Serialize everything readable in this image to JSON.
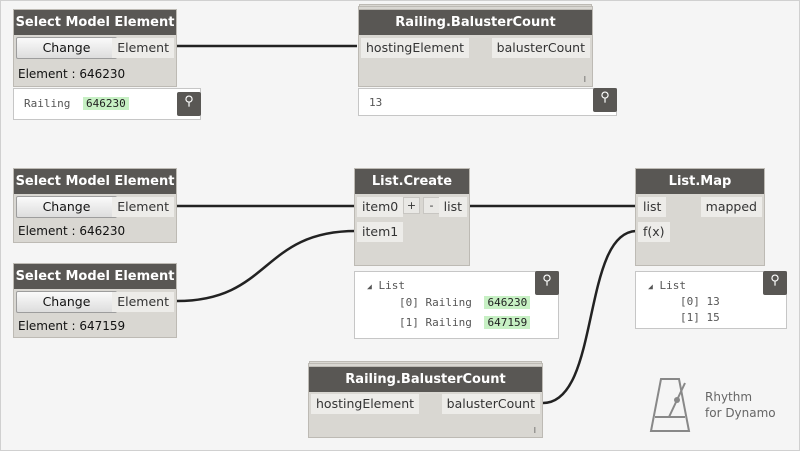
{
  "nodes": {
    "select1": {
      "title": "Select Model Element",
      "button": "Change",
      "output": "Element",
      "status": "Element : 646230"
    },
    "select2": {
      "title": "Select Model Element",
      "button": "Change",
      "output": "Element",
      "status": "Element : 646230"
    },
    "select3": {
      "title": "Select Model Element",
      "button": "Change",
      "output": "Element",
      "status": "Element : 647159"
    },
    "baluster_top": {
      "title": "Railing.BalusterCount",
      "input": "hostingElement",
      "output": "balusterCount",
      "lacing": "l"
    },
    "list_create": {
      "title": "List.Create",
      "input0": "item0",
      "input1": "item1",
      "add": "+",
      "remove": "-",
      "output": "list"
    },
    "list_map": {
      "title": "List.Map",
      "input0": "list",
      "input1": "f(x)",
      "output": "mapped"
    },
    "baluster_bottom": {
      "title": "Railing.BalusterCount",
      "input": "hostingElement",
      "output": "balusterCount",
      "lacing": "l"
    }
  },
  "previews": {
    "railing_top": {
      "label": "Railing",
      "id": "646230"
    },
    "baluster_top": {
      "value": "13"
    },
    "list_create": {
      "header": "List",
      "rows": [
        {
          "index": "[0]",
          "type": "Railing",
          "id": "646230"
        },
        {
          "index": "[1]",
          "type": "Railing",
          "id": "647159"
        }
      ]
    },
    "list_map": {
      "header": "List",
      "rows": [
        {
          "index": "[0]",
          "value": "13"
        },
        {
          "index": "[1]",
          "value": "15"
        }
      ]
    }
  },
  "logo": {
    "line1": "Rhythm",
    "line2": "for Dynamo"
  },
  "colors": {
    "header": "#595754",
    "node_body": "#d9d7d2",
    "wire": "#222222",
    "highlight": "#c7f0c4"
  }
}
